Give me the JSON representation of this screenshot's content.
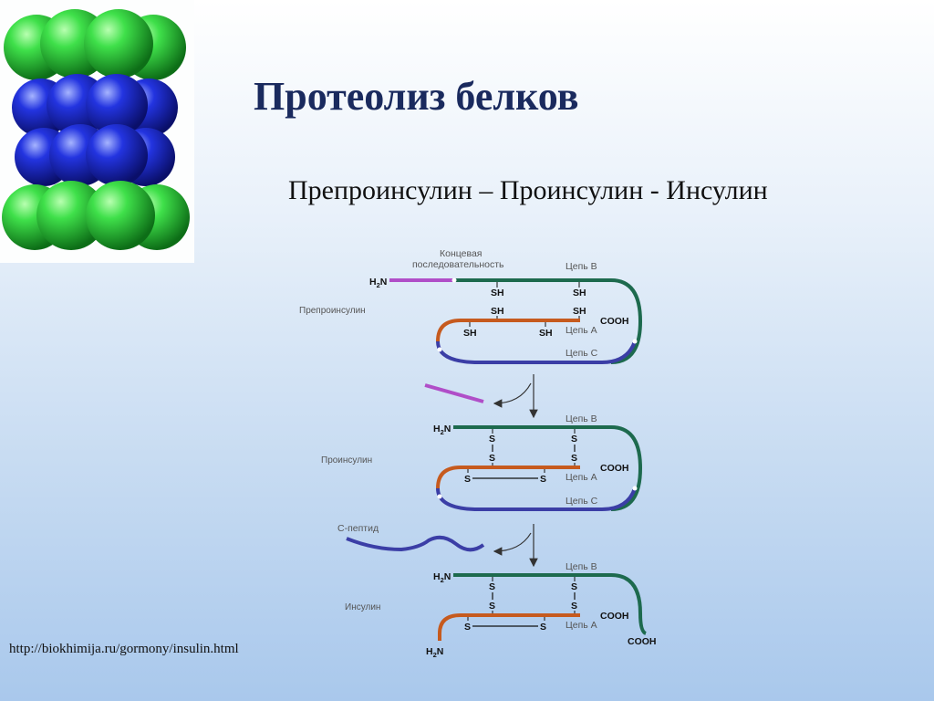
{
  "slide": {
    "title": "Протеолиз белков",
    "subtitle": "Препроинсулин – Проинсулин - Инсулин",
    "source_url": "http://biokhimija.ru/gormony/insulin.html"
  },
  "colors": {
    "chain_b": "#1d6a4e",
    "chain_a": "#c65a1e",
    "chain_c": "#3b3ea6",
    "signal": "#b04ec8",
    "title": "#1a2a5e",
    "sphere_green": "#22c338",
    "sphere_blue": "#1f2fcf"
  },
  "diagram": {
    "preproinsulin": {
      "label": "Препроинсулин",
      "signal_label": [
        "Концевая",
        "последовательность"
      ],
      "chain_b": "Цепь В",
      "chain_a": "Цепь А",
      "chain_c": "Цепь С",
      "n_terminus": {
        "main": "H",
        "sub": "2",
        "tail": "N"
      },
      "c_terminus": "COOH",
      "sh": "SH"
    },
    "proinsulin": {
      "label": "Проинсулин",
      "chain_b": "Цепь В",
      "chain_a": "Цепь А",
      "chain_c": "Цепь С",
      "n_terminus": {
        "main": "H",
        "sub": "2",
        "tail": "N"
      },
      "c_terminus": "COOH",
      "s": "S"
    },
    "c_peptide_label": "С-пептид",
    "insulin": {
      "label": "Инсулин",
      "chain_b": "Цепь В",
      "chain_a": "Цепь А",
      "n_terminus": {
        "main": "H",
        "sub": "2",
        "tail": "N"
      },
      "c_terminus_a": "COOH",
      "c_terminus_b": "COOH",
      "s": "S"
    }
  }
}
